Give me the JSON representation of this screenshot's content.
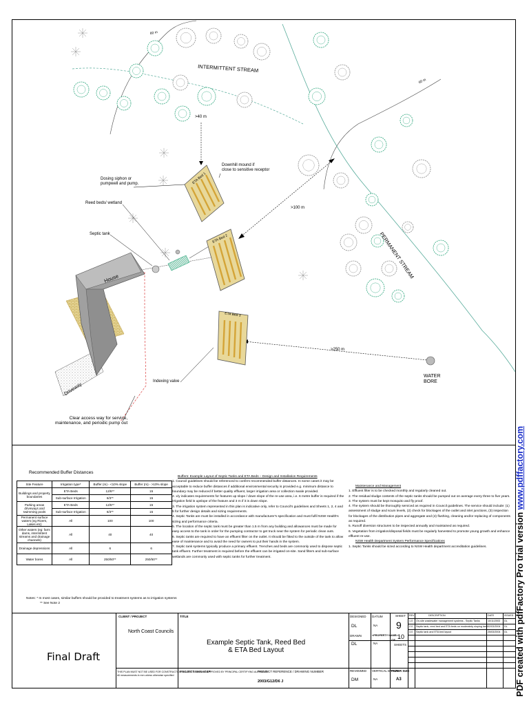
{
  "diagram": {
    "labels": {
      "contour_60_left": "60 m",
      "contour_60_right": "60 m",
      "intermittent_stream": "INTERMITTENT STREAM",
      "dist_40": ">40 m",
      "dist_100": ">100 m",
      "dist_250": ">250 m",
      "downhill_mound": "Downhill mound if\nclose to sensitive receptor",
      "dosing_siphon": "Dosing siphon or\npumpwell and pump.",
      "reed_beds": "Reed beds/ wetland",
      "septic_tank": "Septic tank",
      "house": "House",
      "driveway": "Driveway",
      "indexing_valve": "Indexing valve",
      "access_way": "Clear access way for service,\nmaintenance, and periodic pump out",
      "permanent_stream": "PERMANENT STREAM",
      "water_bore": "WATER\nBORE",
      "eta_bed_1": "ETA Bed 1",
      "eta_bed_2": "ETA Bed 2",
      "eta_bed_3": "ETA Bed 3"
    }
  },
  "buffers": {
    "title": "Recommended Buffer Distances",
    "headers": [
      "Site Feature",
      "Irrigation type*",
      "Buffer (m) - <10% slope",
      "Buffer (m) - >10% slope"
    ],
    "rows": [
      [
        "Buildings and property boundaries",
        "ETA Beds",
        "12/6**",
        "15"
      ],
      [
        "",
        "Sub-surface Irrigation",
        "6/3**",
        "15"
      ],
      [
        "Parking areas driveways and swimming pools",
        "ETA Beds",
        "12/6**",
        "15"
      ],
      [
        "",
        "Sub-surface Irrigation",
        "6/3**",
        "15"
      ],
      [
        "Permanent surface waters (eg Rivers, Lakes etc)",
        "All",
        "100",
        "100"
      ],
      [
        "Other waters (eg: farm dams, intermittent streams and drainage channels)",
        "All",
        "40",
        "40"
      ],
      [
        "Drainage depressions",
        "All",
        "6",
        "6"
      ],
      [
        "Water bores",
        "All",
        "250/50**",
        "250/50**"
      ]
    ],
    "notes": [
      "Notes: * In most cases, similar buffers should be provided to treatment systems as to irrigation systems",
      "** See Note 2"
    ]
  },
  "requirements": {
    "title": "Buffers: Example Layout of Septic Tanks and ETA Beds – Design and Installation Requirements",
    "items": [
      "1. Council guidelines should be referenced to confirm recommended buffer distances. In some cases it may be acceptable to reduce buffer distances if additional environmental security is provided e.g. minimum distance to boundary may be reduced if better quality effluent, larger irrigation area or collection swale provided.",
      "2. x/y indicates requirements for features up slope / down slope of the re-use area, i.e. 6 metre buffer is required if the irrigation field is upslope of the feature and 3 m if it is down slope.",
      "3. The irrigation system represented in this plan is indicative only, refer to Council's guidelines and Sheets 1, 2, 4 and 5 for further design details and sizing requirements.",
      "4. Septic Tanks are must be installed in accordance with manufacturer's specification and must fulfil NSW Health's sizing and performance criteria.",
      "5. The location of the septic tank must be greater than 1.5 m from any building and allowances must be made for easy access to the tank in order for the pumping contractor to get truck near the system for periodic clean outs.",
      "6. Septic tanks are required to have an effluent filter on the outlet. It should be fitted to the outside of the tank to allow ease of maintenance and to avoid the need for owners to put their hands in the system.",
      "7. Septic tank systems typically produce a primary effluent. Trenches and beds are commonly used to dispose septic tank effluent. Further treatment is required before the effluent can be irrigated on-site. Sand filters and sub-surface wetlands are commonly used with septic tanks for further treatment."
    ]
  },
  "maintenance": {
    "title": "Maintenance and Management",
    "items": [
      "1. Effluent filter is to be checked monthly and regularly cleaned out.",
      "2. The residual sludge contents of the septic tanks should be pumped out on average every three to five years.",
      "3. The system must be kept mosquito and fly proof.",
      "4. The system should be thoroughly serviced as required in Council guidelines. The service should include: (1) assessment of sludge and scum levels, (2) check for blockages of the outlet and inlet junctions, (3) inspection for blockages of the distribution pipes and aggregate and (4) flushing, cleaning and/or replacing of components as required.",
      "5. Runoff diversion structures to be inspected annually and maintained as required.",
      "6. Vegetation from irrigation/disposal fields must be regularly harvested to promote young growth and enhance effluent re-use."
    ],
    "subtitle": "NSW Health Department System Performance Specifications",
    "sub_items": [
      "1. Septic Tanks should be sized according to NSW Health department accreditation guidelines."
    ]
  },
  "title_block": {
    "status": "Final Draft",
    "client_label": "CLIENT / PROJECT",
    "client": "North Coast Councils",
    "disclaimer": "THIS PLAN MUST NOT BE USED FOR CONSTRUCTION UNLESS SIGNED AS APPROVED BY PRINCIPAL CERTIFYING AUTHORITY\nAll measurements in mm unless otherwise specified",
    "title_label": "TITLE",
    "title": "Example Septic Tank, Reed Bed\n& ETA Bed Layout",
    "pm_label": "PROJECT MANAGER",
    "ref_label": "PROJECT REFERENCE / DRAWING NUMBER",
    "ref": "2003/G12/D6 J",
    "designed_label": "DESIGNED",
    "designed": "DL",
    "drawn_label": "DRAWN",
    "drawn": "DL",
    "reviewed_label": "REVIEWED",
    "reviewed": "DM",
    "date_label": "DATUM",
    "date_1": "NA",
    "date_2": "<PROPERTY NAME>",
    "date_3": "NA",
    "vert_label": "VERTICAL DATUM",
    "vert": "NA",
    "sheet_label": "SHEET",
    "sheet": "9",
    "of": "OF",
    "total": "10",
    "sheets_label": "SHEETS",
    "paper_label": "PAPER SIZE",
    "paper": "A3",
    "rev_headers": [
      "REV",
      "DESCRIPTION",
      "DATE",
      "ISSUED"
    ],
    "revisions": [
      [
        "1.0",
        "On-site wastewater management systems - Septic Tanks",
        "10/11/2003",
        "DL"
      ],
      [
        "2.0",
        "Septic tank, reed bed and ETA beds on moderately sloping land",
        "02/03/2004",
        "DL"
      ],
      [
        "3.0",
        "Septic tank and ETA bed layout",
        "25/03/2004",
        "DL"
      ]
    ]
  },
  "watermark": {
    "text": "PDF created with pdfFactory Pro trial version ",
    "link": "www.pdffactory.com"
  },
  "colors": {
    "bed_fill": "#e8d89a",
    "bed_stripe": "#d4a437",
    "tree_green": "#2aa57b",
    "tree_grey": "#8a8a8a",
    "house_grey": "#a0a0a0",
    "red_boundary": "#d62020",
    "link_blue": "#1a2ec9"
  }
}
